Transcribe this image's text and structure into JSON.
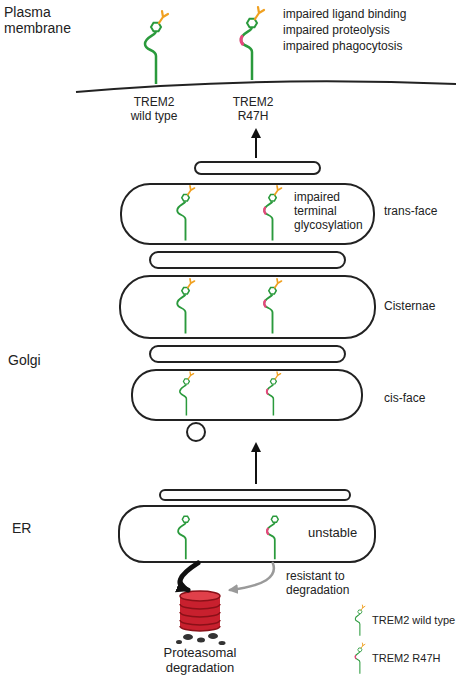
{
  "diagram": {
    "nodes": [
      {
        "text": [
          "impaired terminal glycosylation"
        ]
      },
      {
        "text": [
          "unstable"
        ]
      },
      {
        "text": [
          "Proteasomal degradation"
        ]
      }
    ],
    "edges": [
      {
        "from": 1,
        "to": 2,
        "arrow": "to"
      },
      {
        "from": 1,
        "to": 2,
        "arrow": "to",
        "label": "resistant to degradation"
      }
    ],
    "labels": [
      "Plasma membrane",
      "impaired ligand binding",
      "impaired proteolysis",
      "impaired phagocytosis",
      "TREM2 wild type",
      "TREM2 R47H",
      "trans-face",
      "Golgi",
      "Cisternae",
      "cis-face",
      "ER"
    ],
    "legend": [
      {
        "text": "TREM2 wild type"
      },
      {
        "text": "TREM2 R47H"
      }
    ]
  }
}
